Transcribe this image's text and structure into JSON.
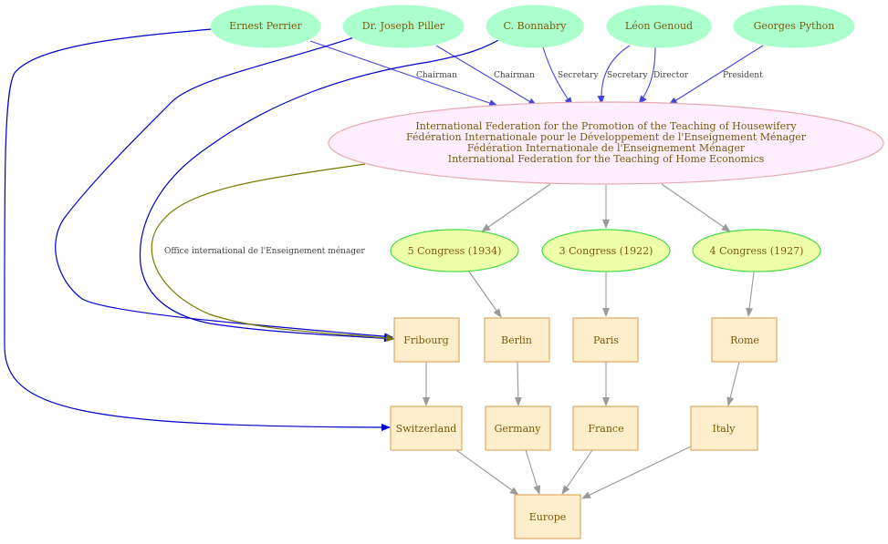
{
  "colors": {
    "person_fill": "#aaffcc",
    "organization_fill": "#ffeeff",
    "organization_stroke": "#e8a8b0",
    "congress_fill": "#eeffaa",
    "congress_stroke": "#44dd44",
    "place_fill": "#ffeecc",
    "place_stroke": "#ddaa66",
    "role_edge": "#4444dd",
    "location_edge": "#0000cc",
    "office_edge": "#777700",
    "hierarchy_edge": "#999999",
    "label_text": "#7a5a0a"
  },
  "people": [
    {
      "id": "perrier",
      "label": "Ernest Perrier"
    },
    {
      "id": "piller",
      "label": "Dr. Joseph Piller"
    },
    {
      "id": "bonnabry",
      "label": "C. Bonnabry"
    },
    {
      "id": "genoud",
      "label": "Léon Genoud"
    },
    {
      "id": "python",
      "label": "Georges Python"
    }
  ],
  "organization": {
    "id": "federation",
    "names": [
      "International Federation for the Promotion of the Teaching of Housewifery",
      "Fédération Internationale pour le Développement de l'Enseignement Ménager",
      "Fédération Internationale de l'Enseignement Ménager",
      "International Federation for the Teaching of Home Economics"
    ]
  },
  "congresses": [
    {
      "id": "c5",
      "label": "5 Congress (1934)"
    },
    {
      "id": "c3",
      "label": "3 Congress (1922)"
    },
    {
      "id": "c4",
      "label": "4 Congress (1927)"
    }
  ],
  "places": [
    {
      "id": "fribourg",
      "label": "Fribourg"
    },
    {
      "id": "berlin",
      "label": "Berlin"
    },
    {
      "id": "paris",
      "label": "Paris"
    },
    {
      "id": "rome",
      "label": "Rome"
    },
    {
      "id": "switzerland",
      "label": "Switzerland"
    },
    {
      "id": "germany",
      "label": "Germany"
    },
    {
      "id": "france",
      "label": "France"
    },
    {
      "id": "italy",
      "label": "Italy"
    },
    {
      "id": "europe",
      "label": "Europe"
    }
  ],
  "edges": [
    {
      "from": "perrier",
      "to": "federation",
      "label": "Chairman",
      "kind": "role"
    },
    {
      "from": "piller",
      "to": "federation",
      "label": "Chairman",
      "kind": "role"
    },
    {
      "from": "bonnabry",
      "to": "federation",
      "label": "Secretary",
      "kind": "role"
    },
    {
      "from": "genoud",
      "to": "federation",
      "label": "Secretary",
      "kind": "role"
    },
    {
      "from": "genoud",
      "to": "federation",
      "label": "Director",
      "kind": "role"
    },
    {
      "from": "python",
      "to": "federation",
      "label": "President",
      "kind": "role"
    },
    {
      "from": "perrier",
      "to": "switzerland",
      "label": "",
      "kind": "location"
    },
    {
      "from": "piller",
      "to": "fribourg",
      "label": "",
      "kind": "location"
    },
    {
      "from": "bonnabry",
      "to": "fribourg",
      "label": "",
      "kind": "location"
    },
    {
      "from": "federation",
      "to": "fribourg",
      "label": "Office international de l'Enseignement ménager",
      "kind": "office"
    },
    {
      "from": "federation",
      "to": "c5",
      "label": "",
      "kind": "hierarchy"
    },
    {
      "from": "federation",
      "to": "c3",
      "label": "",
      "kind": "hierarchy"
    },
    {
      "from": "federation",
      "to": "c4",
      "label": "",
      "kind": "hierarchy"
    },
    {
      "from": "c5",
      "to": "berlin",
      "label": "",
      "kind": "hierarchy"
    },
    {
      "from": "c3",
      "to": "paris",
      "label": "",
      "kind": "hierarchy"
    },
    {
      "from": "c4",
      "to": "rome",
      "label": "",
      "kind": "hierarchy"
    },
    {
      "from": "fribourg",
      "to": "switzerland",
      "label": "",
      "kind": "hierarchy"
    },
    {
      "from": "berlin",
      "to": "germany",
      "label": "",
      "kind": "hierarchy"
    },
    {
      "from": "paris",
      "to": "france",
      "label": "",
      "kind": "hierarchy"
    },
    {
      "from": "rome",
      "to": "italy",
      "label": "",
      "kind": "hierarchy"
    },
    {
      "from": "switzerland",
      "to": "europe",
      "label": "",
      "kind": "hierarchy"
    },
    {
      "from": "germany",
      "to": "europe",
      "label": "",
      "kind": "hierarchy"
    },
    {
      "from": "france",
      "to": "europe",
      "label": "",
      "kind": "hierarchy"
    },
    {
      "from": "italy",
      "to": "europe",
      "label": "",
      "kind": "hierarchy"
    }
  ]
}
